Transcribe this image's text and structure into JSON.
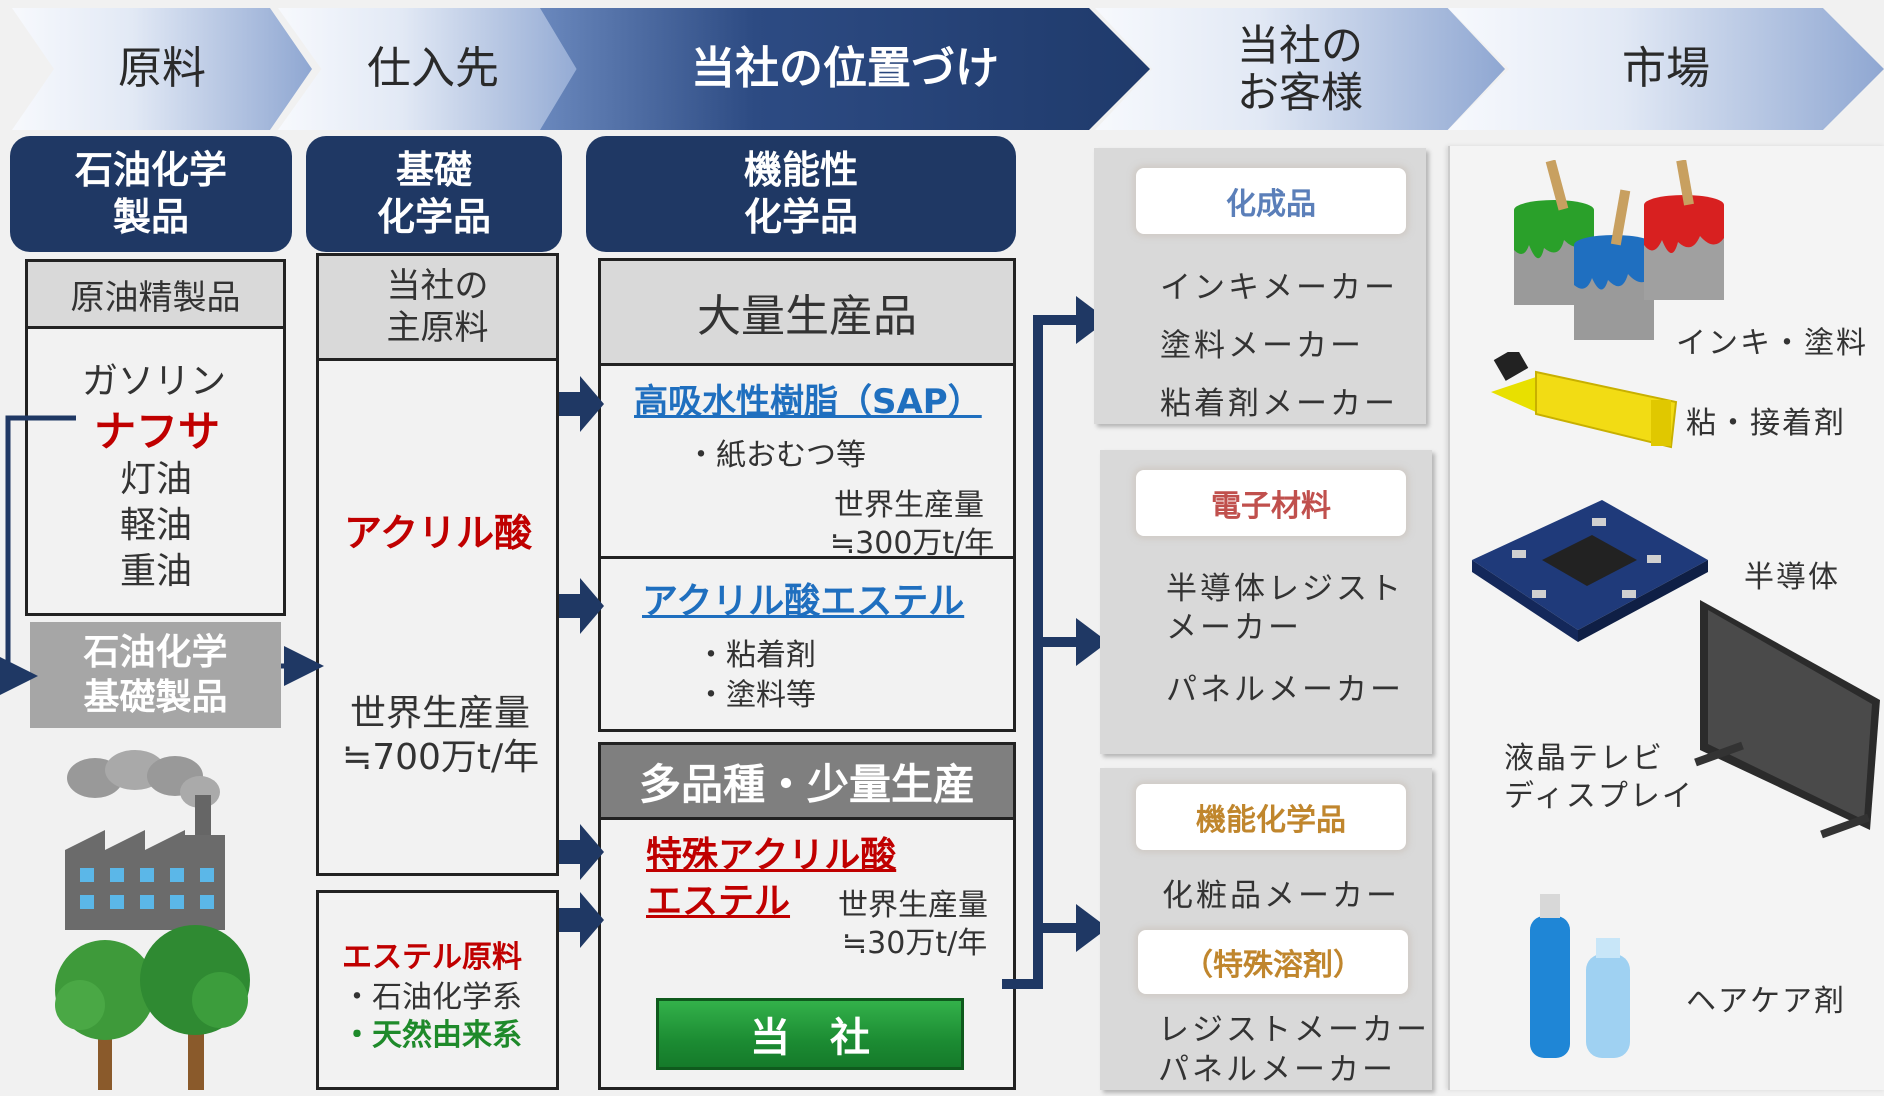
{
  "stages": [
    "原料",
    "仕入先",
    "当社の位置づけ",
    "当社の\nお客様",
    "市場"
  ],
  "categories": {
    "petro": "石油化学\n製品",
    "basic": "基礎\n化学品",
    "functional": "機能性\n化学品"
  },
  "raw": {
    "header": "原油精製品",
    "items": [
      "ガソリン",
      "ナフサ",
      "灯油",
      "軽油",
      "重油"
    ],
    "basic_products": "石油化学\n基礎製品"
  },
  "supplier": {
    "header": "当社の\n主原料",
    "main": "アクリル酸",
    "production_label": "世界生産量",
    "production_value": "≒700万t/年",
    "ester_title": "エステル原料",
    "ester_items": [
      "・石油化学系",
      "・天然由来系"
    ]
  },
  "position": {
    "mass_header": "大量生産品",
    "sap_title": "高吸水性樹脂（SAP）",
    "sap_item": "・紙おむつ等",
    "sap_prod_label": "世界生産量",
    "sap_prod_value": "≒300万t/年",
    "ester_title": "アクリル酸エステル",
    "ester_items": [
      "・粘着剤",
      "・塗料等"
    ],
    "special_header": "多品種・少量生産",
    "special_title1": "特殊アクリル酸",
    "special_title2": "エステル",
    "special_prod_label": "世界生産量",
    "special_prod_value": "≒30万t/年",
    "company_button": "当　社"
  },
  "customers": [
    {
      "label": "化成品",
      "color": "#5b7fb9",
      "items": [
        "インキメーカー",
        "塗料メーカー",
        "粘着剤メーカー"
      ]
    },
    {
      "label": "電子材料",
      "color": "#c0504d",
      "items": [
        "半導体レジスト\nメーカー",
        "パネルメーカー"
      ]
    },
    {
      "label": "機能化学品",
      "color": "#c0862d",
      "items": [
        "化粧品メーカー"
      ],
      "sub_label": "（特殊溶剤）",
      "sub_items": [
        "レジストメーカー",
        "パネルメーカー"
      ]
    }
  ],
  "markets": [
    "インキ・塗料",
    "粘・接着剤",
    "半導体",
    "液晶テレビ\nディスプレイ",
    "ヘアケア剤"
  ],
  "colors": {
    "navy": "#1f3864",
    "red": "#c00000",
    "blue": "#1f6fbf",
    "green": "#1e8a2a"
  }
}
